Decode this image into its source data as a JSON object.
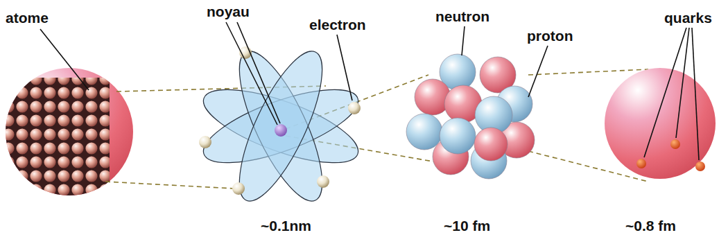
{
  "diagram": {
    "labels": [
      "atome",
      "noyau",
      "electron",
      "neutron",
      "proton",
      "quarks",
      "~0.1nm",
      "~10 fm",
      "~0.8 fm"
    ]
  }
}
